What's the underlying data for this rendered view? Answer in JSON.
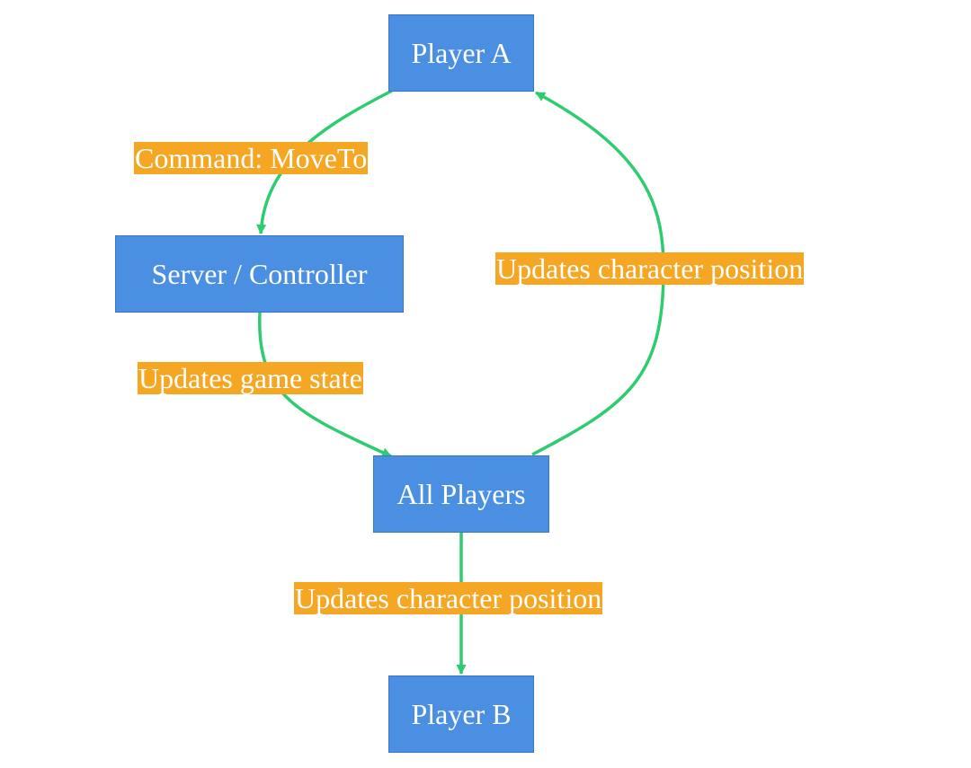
{
  "colors": {
    "node_fill": "#4a8fe2",
    "node_border": "#3a76c4",
    "edge": "#2ecc71",
    "label_fill": "#f5a623",
    "text": "#ffffff"
  },
  "nodes": {
    "player_a": "Player A",
    "server": "Server / Controller",
    "all_players": "All Players",
    "player_b": "Player B"
  },
  "edges": [
    {
      "from": "Player A",
      "to": "Server / Controller",
      "label": "Command: MoveTo"
    },
    {
      "from": "Server / Controller",
      "to": "All Players",
      "label": "Updates game state"
    },
    {
      "from": "All Players",
      "to": "Player A",
      "label": "Updates character position"
    },
    {
      "from": "All Players",
      "to": "Player B",
      "label": "Updates character position"
    }
  ]
}
